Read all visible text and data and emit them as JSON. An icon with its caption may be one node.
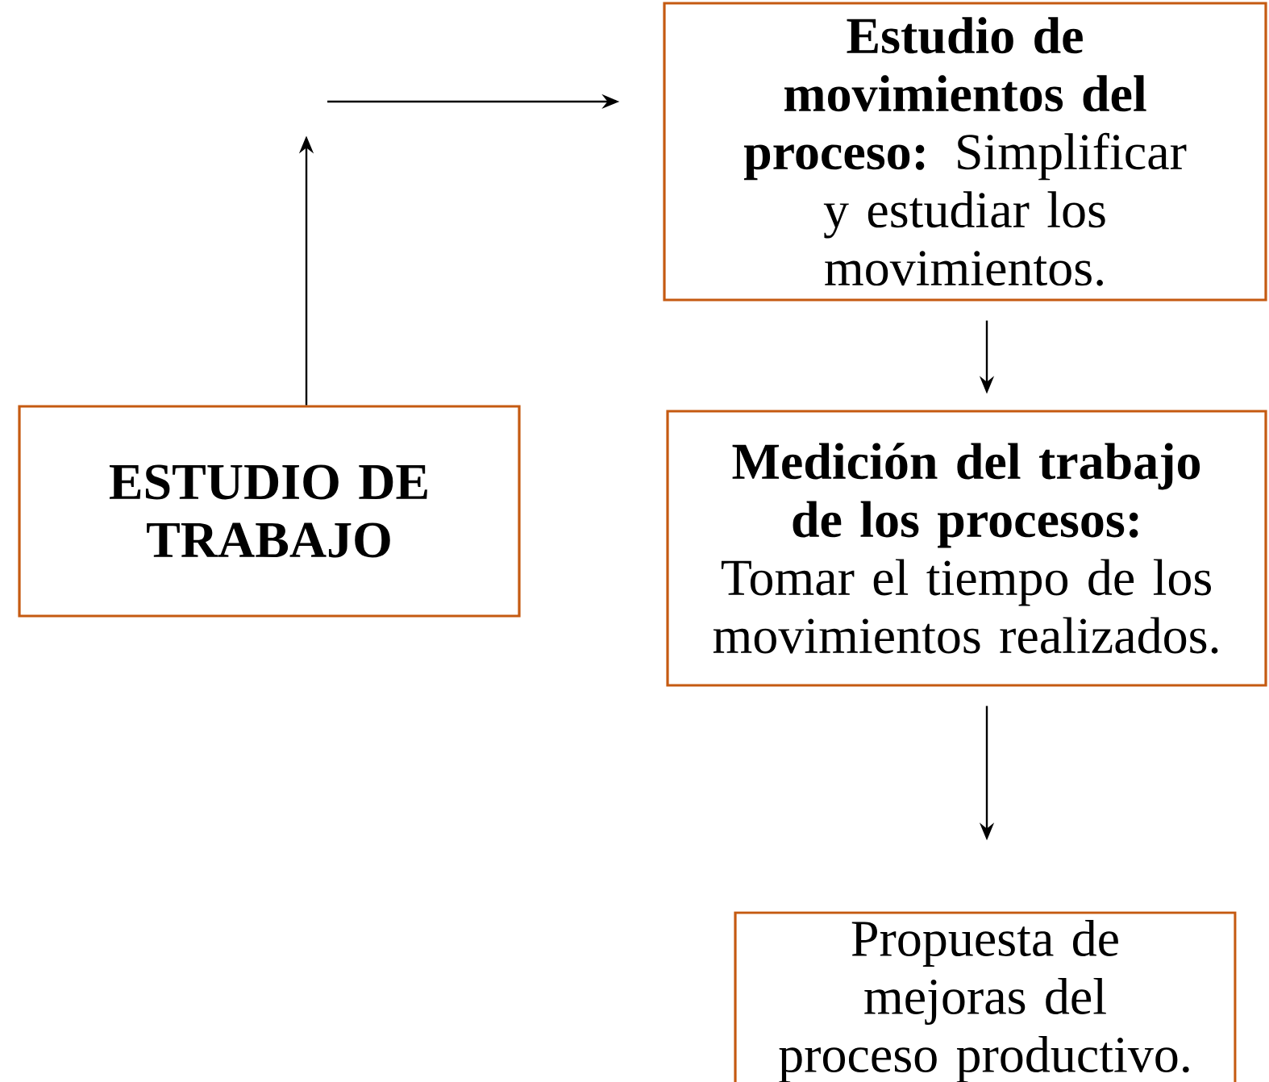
{
  "diagram": {
    "nodes": [
      {
        "text": [
          "ESTUDIO DE TRABAJO"
        ]
      },
      {
        "text": [
          "Estudio de movimientos del proceso:",
          "Simplificar y estudiar los movimientos."
        ]
      },
      {
        "text": [
          "Medición del trabajo de los procesos:",
          "Tomar el tiempo de los movimientos realizados."
        ]
      },
      {
        "text": [
          "Propuesta de mejoras del proceso productivo."
        ]
      }
    ],
    "edges": [
      {
        "from": 0,
        "to": null,
        "arrow": "to"
      },
      {
        "from": null,
        "to": 1,
        "arrow": "to"
      },
      {
        "from": 1,
        "to": 2,
        "arrow": "to"
      },
      {
        "from": 2,
        "to": 3,
        "arrow": "to"
      }
    ]
  }
}
